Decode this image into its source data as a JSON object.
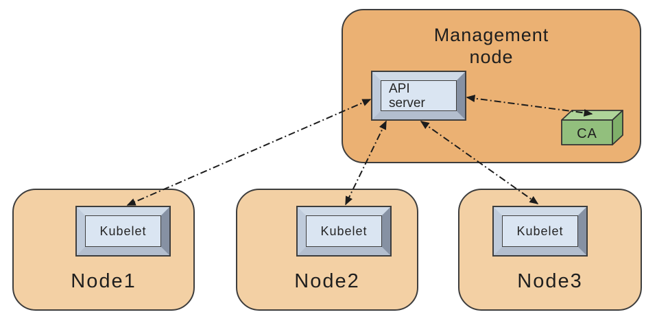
{
  "management_node": {
    "label": "Management\nnode",
    "fill": "#EBB173",
    "border": "#3d3d3d"
  },
  "api_server": {
    "label": "API\nserver",
    "face_fill": "#DAE5F2"
  },
  "ca": {
    "label": "CA",
    "front_fill": "#92BF7D",
    "top_fill": "#AFD49A",
    "side_fill": "#7FAF6A"
  },
  "nodes": [
    {
      "label": "Node1",
      "kubelet_label": "Kubelet",
      "fill": "#F3D0A4"
    },
    {
      "label": "Node2",
      "kubelet_label": "Kubelet",
      "fill": "#F3D0A4"
    },
    {
      "label": "Node3",
      "kubelet_label": "Kubelet",
      "fill": "#F3D0A4"
    }
  ],
  "connections": [
    {
      "from": "API server",
      "to": "Kubelet (Node1)",
      "style": "dash-dot",
      "bidirectional": true
    },
    {
      "from": "API server",
      "to": "Kubelet (Node2)",
      "style": "dash-dot",
      "bidirectional": true
    },
    {
      "from": "API server",
      "to": "Kubelet (Node3)",
      "style": "dash-dot",
      "bidirectional": true
    },
    {
      "from": "API server",
      "to": "CA",
      "style": "dash-dot",
      "bidirectional": true
    }
  ],
  "arrow_color": "#1c1c1c"
}
